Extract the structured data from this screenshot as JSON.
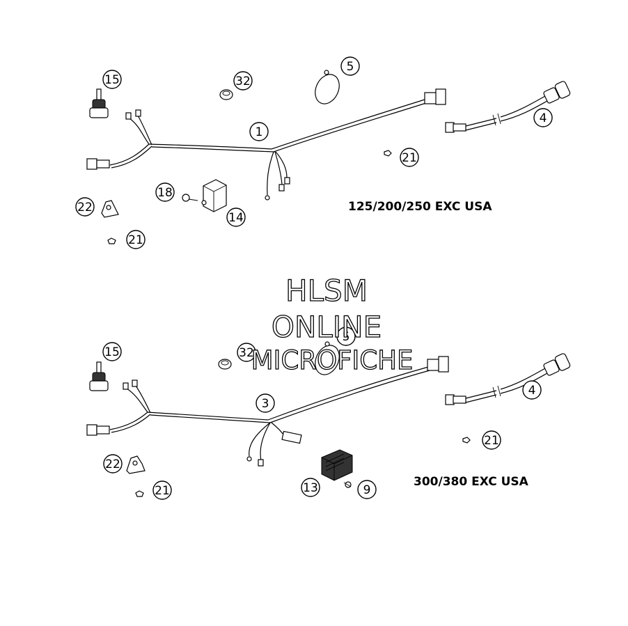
{
  "diagram": {
    "upper": {
      "model_label": "125/200/250 EXC USA",
      "callouts": [
        "15",
        "32",
        "5",
        "1",
        "4",
        "21",
        "18",
        "14",
        "22",
        "21"
      ]
    },
    "lower": {
      "model_label": "300/380 EXC USA",
      "callouts": [
        "15",
        "32",
        "5",
        "3",
        "4",
        "21",
        "22",
        "13",
        "9",
        "21"
      ]
    },
    "watermark": {
      "line1": "HLSM",
      "line2": "ONLINE",
      "line3": "MICROFICHE"
    }
  }
}
